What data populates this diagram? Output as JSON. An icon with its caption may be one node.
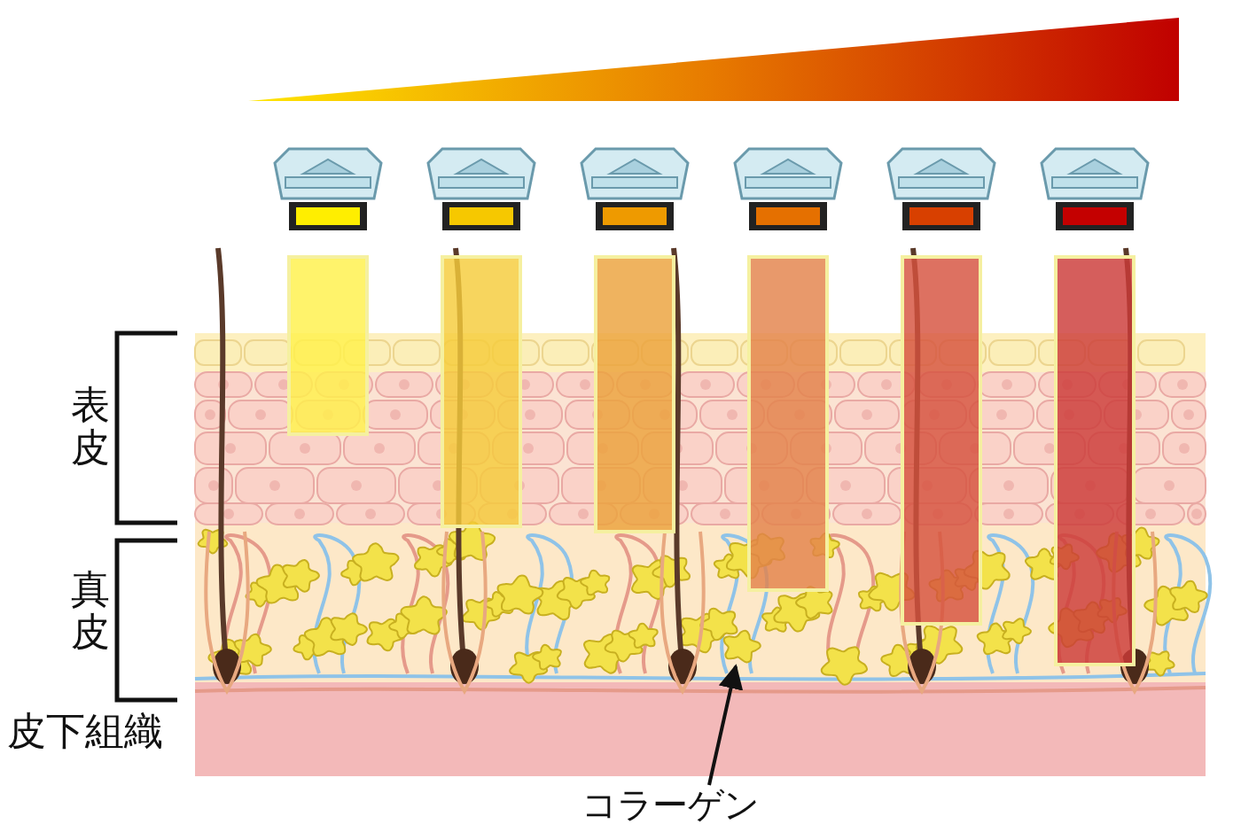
{
  "diagram": {
    "nodes": [
      {
        "text": [
          "コラーゲン"
        ]
      },
      {
        "text": [],
        "shape": "picture"
      }
    ],
    "edges": [
      {
        "from": 0,
        "to": 1,
        "arrow": "to"
      }
    ],
    "labels": [
      "表皮",
      "真皮",
      "皮下組織"
    ]
  }
}
